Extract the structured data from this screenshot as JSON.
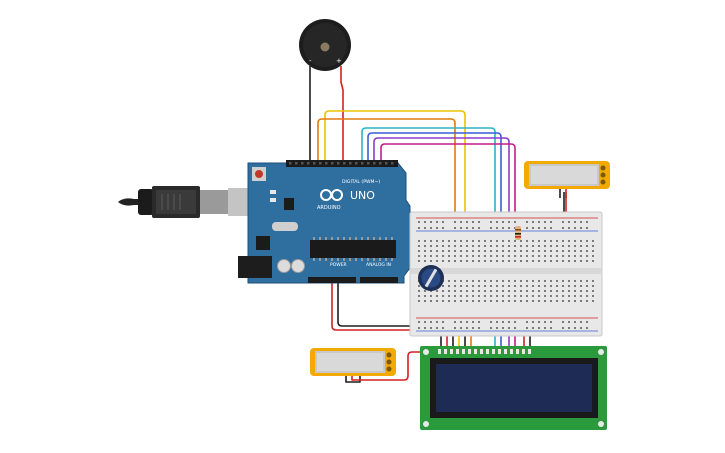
{
  "arduino": {
    "logo_text": "UNO",
    "brand_text": "ARDUINO",
    "digital_label": "DIGITAL (PWM~)",
    "power_label": "POWER",
    "analog_label": "ANALOG IN",
    "board_color": "#2f6fa0"
  },
  "buzzer": {
    "minus_label": "-",
    "plus_label": "+"
  },
  "wires": {
    "black": "#1e1e1e",
    "red": "#d42020",
    "yellow": "#e8c400",
    "orange": "#e07a10",
    "cyan": "#2bb3c8",
    "blue": "#3a5ed8",
    "purple": "#8a3cc8",
    "magenta": "#c41c8c"
  },
  "lcd": {
    "board_color": "#2a9a3c",
    "screen_color": "#1d2b55"
  }
}
